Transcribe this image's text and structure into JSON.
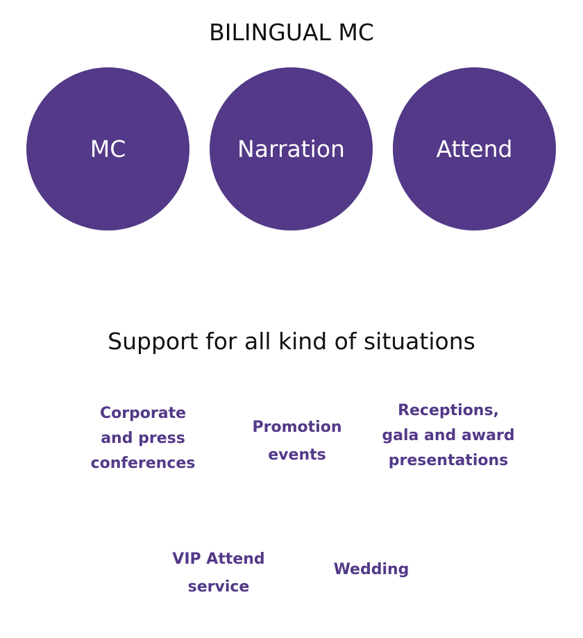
{
  "header": {
    "title": "BILINGUAL MC"
  },
  "services": [
    {
      "label": "MC"
    },
    {
      "label": "Narration"
    },
    {
      "label": "Attend"
    }
  ],
  "situations_section": {
    "title": "Support for all kind of situations",
    "items": [
      {
        "lines": [
          "Corporate",
          "and press",
          "conferences"
        ]
      },
      {
        "lines": [
          "Promotion",
          "events"
        ]
      },
      {
        "lines": [
          "Receptions,",
          "gala and award",
          "presentations"
        ]
      },
      {
        "lines": [
          "VIP Attend",
          "service"
        ]
      },
      {
        "lines": [
          "Wedding"
        ]
      }
    ]
  },
  "colors": {
    "accent": "#533988",
    "heading": "#111111",
    "background": "#ffffff"
  }
}
